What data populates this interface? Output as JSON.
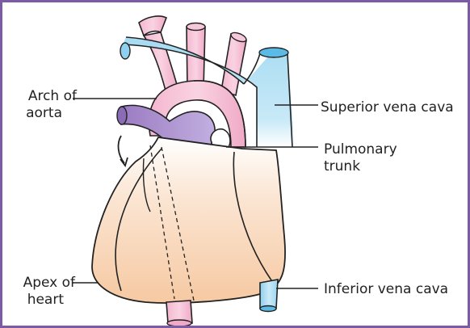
{
  "labels": {
    "arch_of_aorta": [
      "Arch of",
      "aorta"
    ],
    "superior_vena_cava": "Superior vena cava",
    "pulmonary_trunk": [
      "Pulmonary",
      "trunk"
    ],
    "apex_of_heart": [
      "Apex of",
      "heart"
    ],
    "inferior_vena_cava": "Inferior vena cava"
  },
  "colors": {
    "frame": "#7b5aa6",
    "heart_skin": "#f8d6b8",
    "aorta_pink": "#f2b7cf",
    "vein_blue": "#a8d8ee",
    "pulmonary_purple": "#a588c8"
  }
}
